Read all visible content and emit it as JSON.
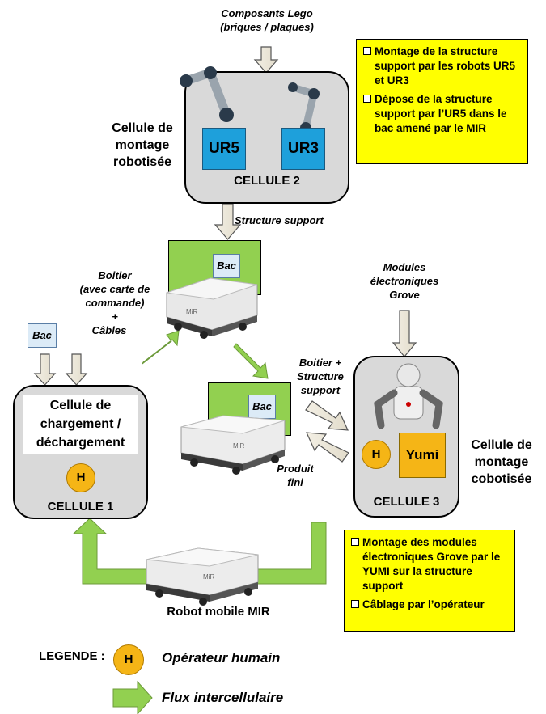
{
  "top_input": {
    "line1": "Composants Lego",
    "line2": "(briques / plaques)"
  },
  "cell2": {
    "side1": "Cellule de",
    "side2": "montage",
    "side3": "robotisée",
    "robot_a": "UR5",
    "robot_b": "UR3",
    "label": "CELLULE  2"
  },
  "yellow_top": {
    "items": [
      "Montage de la structure support par les robots UR5 et UR3",
      "Dépose de la structure support par l’UR5 dans le bac amené par le MIR"
    ]
  },
  "structure_support": "Structure support",
  "bac_label": "Bac",
  "boitier_text": {
    "l1": "Boitier",
    "l2": "(avec carte de",
    "l3": "commande)",
    "l4": "+",
    "l5": "Câbles"
  },
  "modules": {
    "l1": "Modules",
    "l2": "électroniques",
    "l3": "Grove"
  },
  "boitier_structure": {
    "l1": "Boitier +",
    "l2": "Structure",
    "l3": "support"
  },
  "produit_fini": {
    "l1": "Produit",
    "l2": "fini"
  },
  "cell1": {
    "title1": "Cellule de",
    "title2": "chargement /",
    "title3": "déchargement",
    "operator": "H",
    "label": "CELLULE  1"
  },
  "cell3": {
    "yumi": "Yumi",
    "operator": "H",
    "label": "CELLULE  3",
    "side1": "Cellule de",
    "side2": "montage",
    "side3": "cobotisée"
  },
  "yellow_bottom": {
    "items": [
      "Montage des modules électroniques Grove par le YUMI sur la structure support",
      "Câblage par l’opérateur"
    ]
  },
  "robot_caption": "Robot mobile  MIR",
  "mir_brand": "MiR",
  "legend": {
    "title": "LEGENDE",
    "colon": " :",
    "operator_symbol": "H",
    "operator_text": "Opérateur humain",
    "flux_text": "Flux intercellulaire"
  },
  "colors": {
    "cell_grey": "#d9d9d9",
    "flow_green": "#92d050",
    "note_yellow": "#ffff00",
    "robot_blue": "#1ea0db",
    "operator_orange": "#f5b516"
  }
}
